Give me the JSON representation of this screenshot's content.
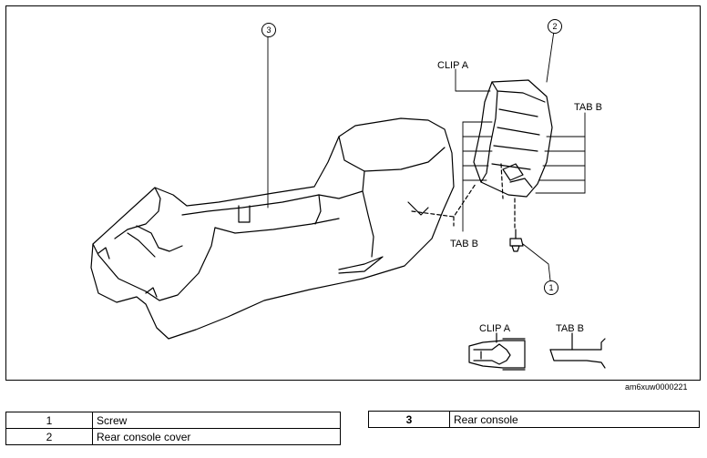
{
  "diagram": {
    "callouts": [
      "1",
      "2",
      "3"
    ],
    "labels": {
      "clip_a_top": "CLIP A",
      "tab_b_right": "TAB B",
      "tab_b_bottom": "TAB B",
      "clip_a_detail": "CLIP A",
      "tab_b_detail": "TAB B"
    },
    "figure_code": "am6xuw0000221"
  },
  "legend_left": [
    {
      "num": "1",
      "name": "Screw"
    },
    {
      "num": "2",
      "name": "Rear console cover"
    }
  ],
  "legend_right": [
    {
      "num": "3",
      "name": "Rear console"
    }
  ]
}
